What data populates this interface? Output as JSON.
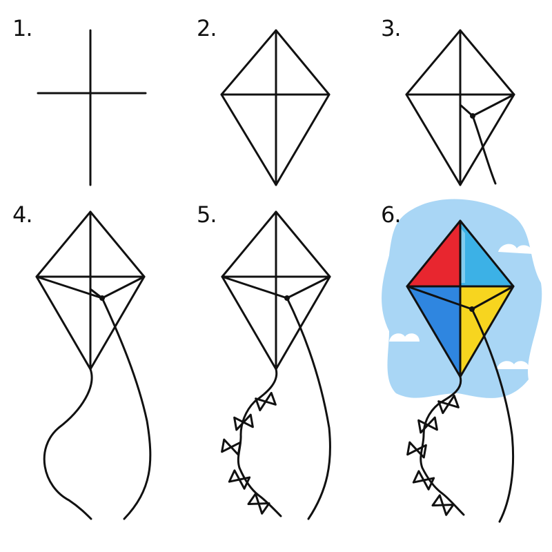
{
  "steps": [
    {
      "label": "1."
    },
    {
      "label": "2."
    },
    {
      "label": "3."
    },
    {
      "label": "4."
    },
    {
      "label": "5."
    },
    {
      "label": "6."
    }
  ],
  "colors": {
    "ink": "#111111",
    "sky": "#a9d6f5",
    "cloud": "#ffffff",
    "kite_top_left": "#e8262f",
    "kite_top_right": "#3cb1e6",
    "kite_bottom_left": "#2f86e0",
    "kite_bottom_right": "#f7d51f",
    "bow_red": "#e8262f",
    "bow_green": "#5cb848",
    "bow_yellow": "#f7d51f",
    "bow_blue": "#2f86e0",
    "bow_purple": "#a35bc7"
  }
}
